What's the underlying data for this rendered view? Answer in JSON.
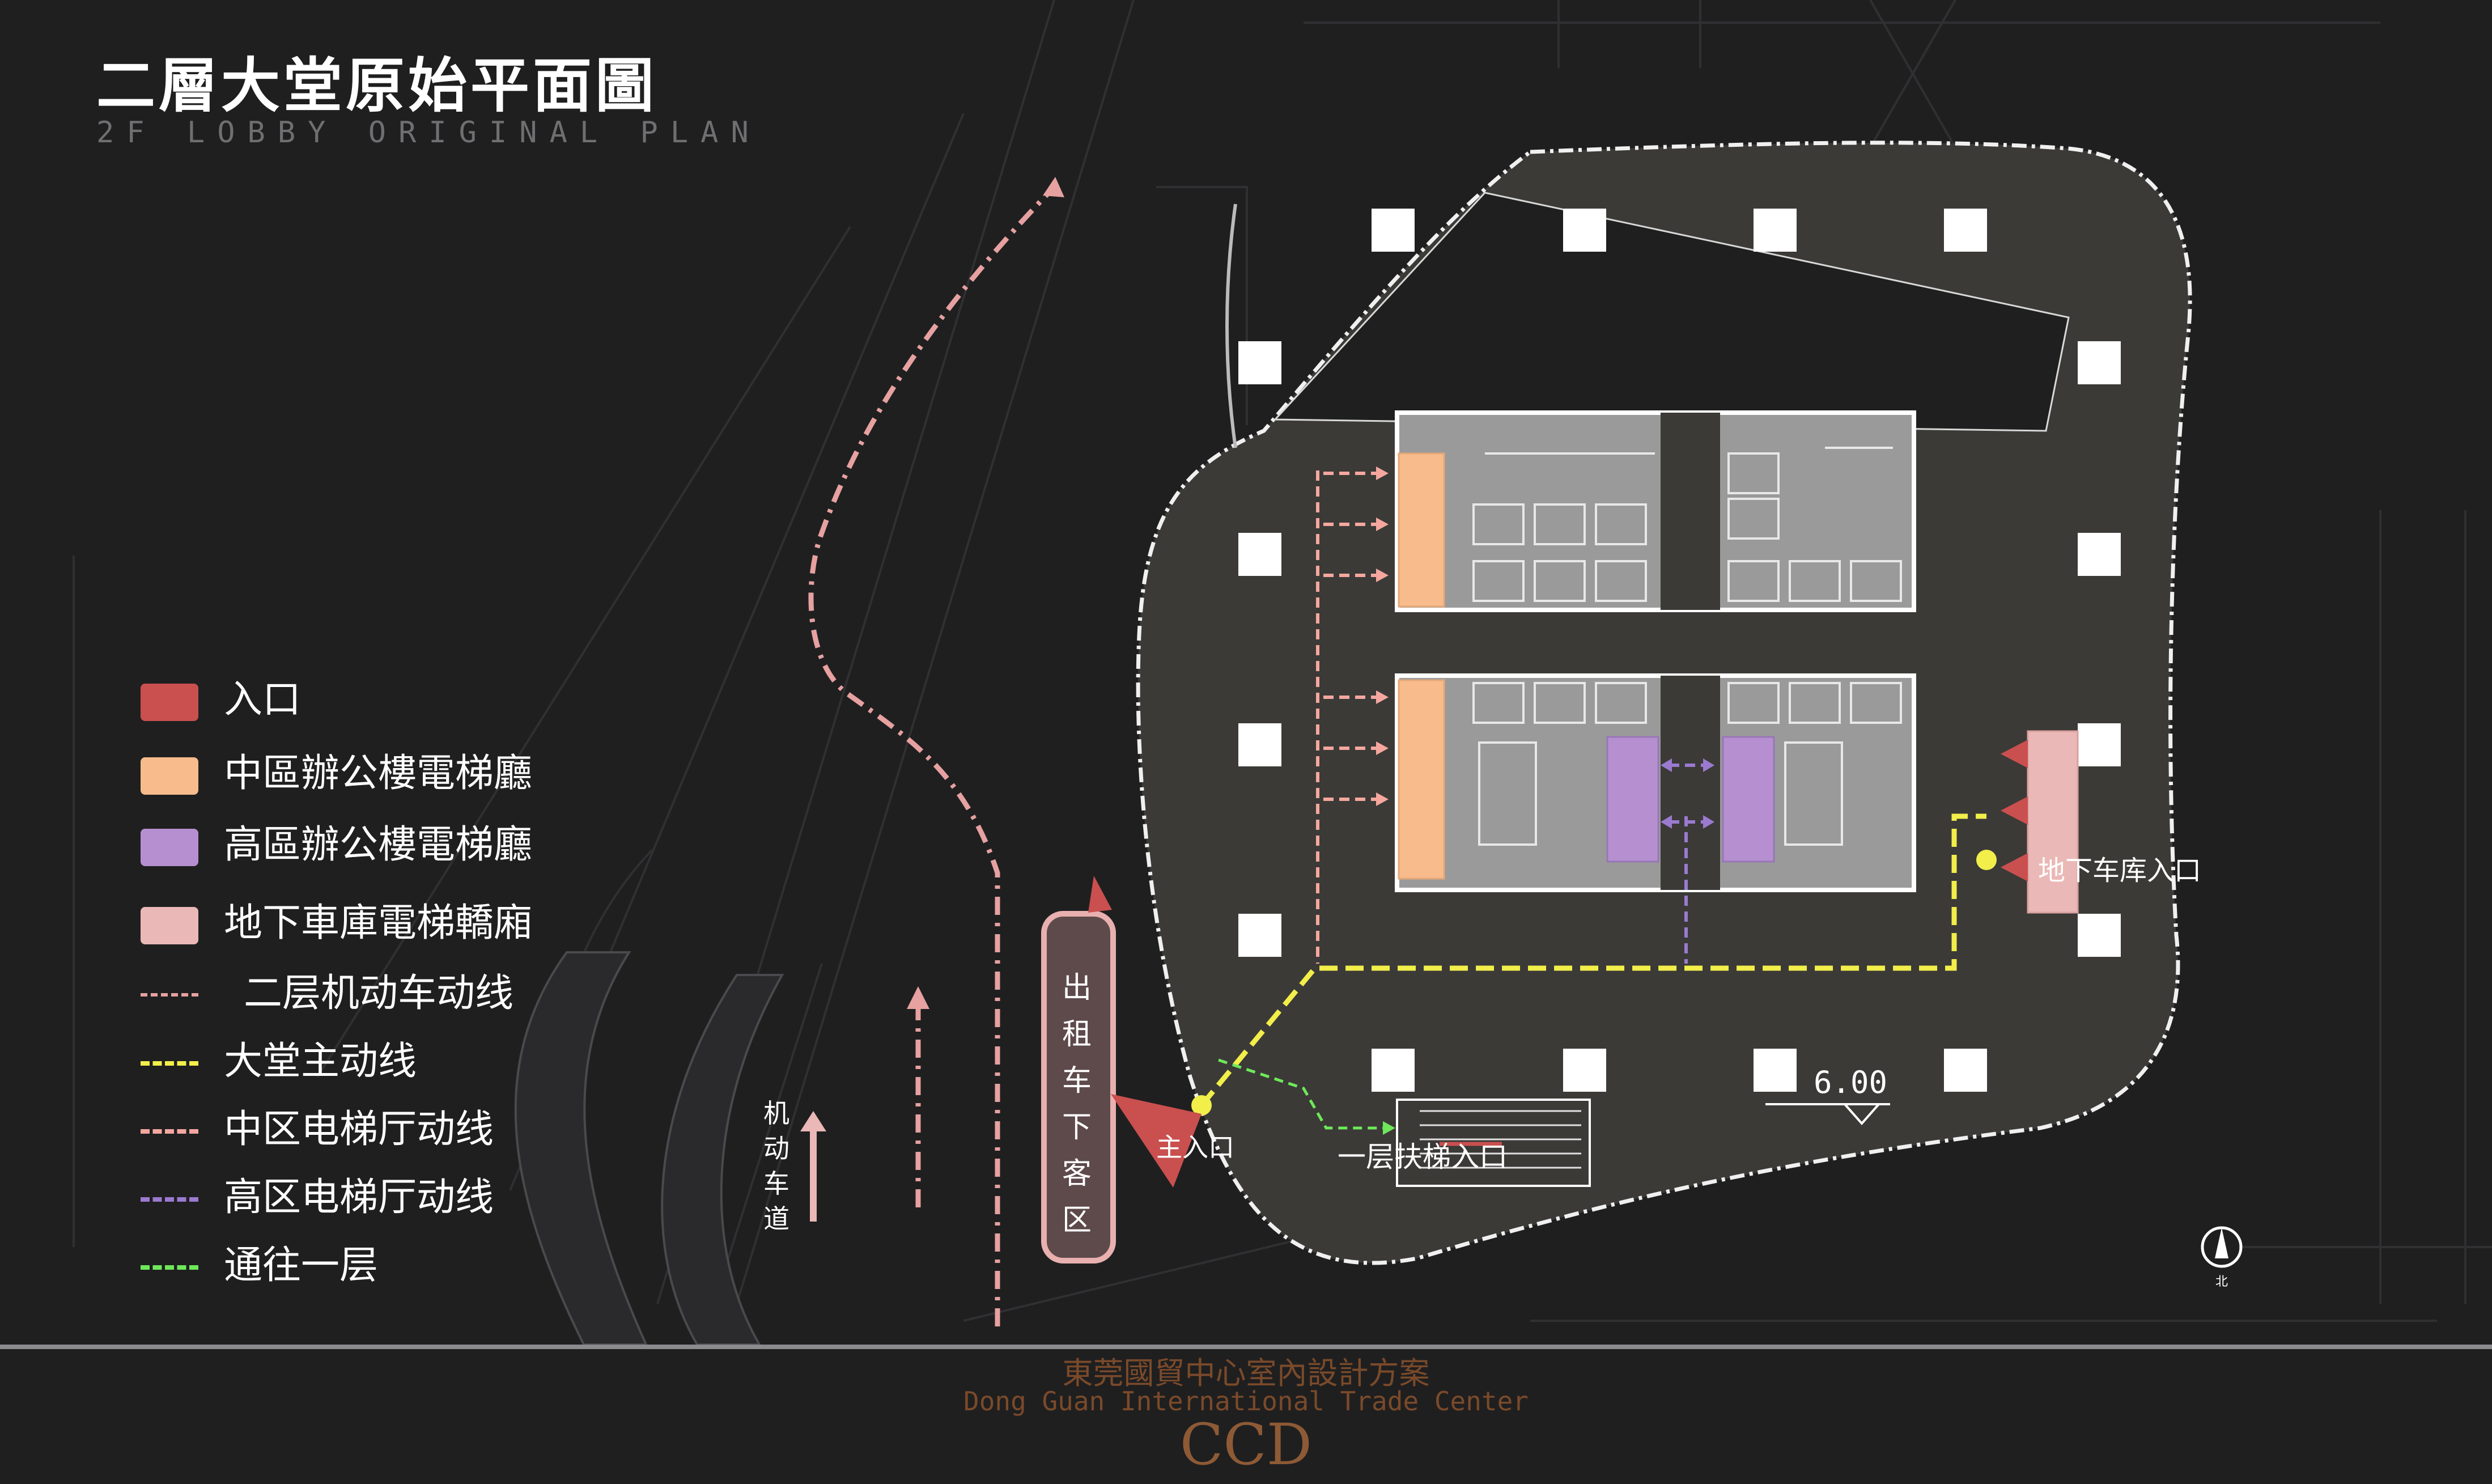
{
  "title": {
    "cn": "二層大堂原始平面圖",
    "en": "2F LOBBY ORIGINAL PLAN"
  },
  "legend": [
    {
      "label": "入口",
      "kind": "swatch",
      "color": "#c9504f"
    },
    {
      "label": "中區辦公樓電梯廳",
      "kind": "swatch",
      "color": "#f7bb8c"
    },
    {
      "label": "高區辦公樓電梯廳",
      "kind": "swatch",
      "color": "#b58fcf"
    },
    {
      "label": "地下車庫電梯轎廂",
      "kind": "swatch",
      "color": "#eab8b6"
    },
    {
      "label": "二层机动车动线",
      "kind": "dashdot",
      "color": "#e6a1a0"
    },
    {
      "label": "大堂主动线",
      "kind": "dash",
      "color": "#f2ee4a"
    },
    {
      "label": "中区电梯厅动线",
      "kind": "dash",
      "color": "#f5a79f"
    },
    {
      "label": "高区电梯厅动线",
      "kind": "dash",
      "color": "#9b7ad0"
    },
    {
      "label": "通往一层",
      "kind": "dash",
      "color": "#6ee85a"
    }
  ],
  "plan": {
    "taxi_zone": "出租车下客区",
    "vehicle_lane": "机动车道",
    "main_entrance": "主入口",
    "escalator": "一层扶梯入口",
    "garage_entrance": "地下车库入口",
    "elevation": "6.00",
    "north": "北"
  },
  "footer": {
    "cn": "東莞國貿中心室內設計方案",
    "en": "Dong Guan International Trade Center",
    "brand": "CCD"
  },
  "colors": {
    "background": "#1f1f20",
    "floor": "#3b3a37",
    "column": "#ffffff",
    "core": "#c9c9c9",
    "entrance": "#c9504f",
    "mid_lobby": "#f7bb8c",
    "high_lobby": "#b58fcf",
    "garage_car": "#eab8b6",
    "taxi_zone": "#5e4a4b"
  }
}
